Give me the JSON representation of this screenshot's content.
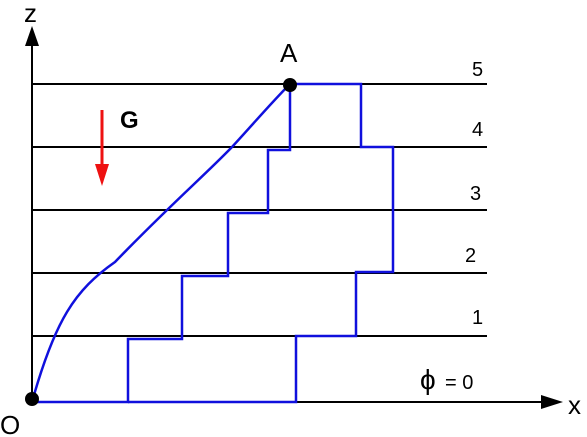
{
  "labels": {
    "z_axis": "z",
    "x_axis": "x",
    "origin": "O",
    "point_a": "A",
    "gravity": "G",
    "phi_symbol": "ϕ",
    "phi_value": "= 0",
    "levels": [
      "1",
      "2",
      "3",
      "4",
      "5"
    ]
  },
  "icons": {
    "gravity_arrow": "down-arrow-icon"
  },
  "colors": {
    "paths": "#1010dd",
    "gravity_arrow": "#ee1111",
    "lines": "#000000"
  }
}
